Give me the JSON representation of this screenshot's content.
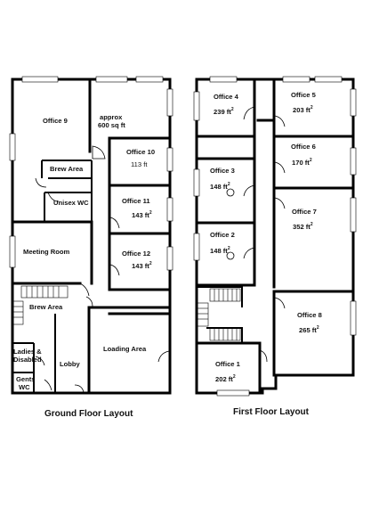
{
  "ground_floor": {
    "caption": "Ground Floor Layout",
    "rooms": {
      "office9": "Office 9",
      "approx": "approx",
      "approx_area": "600 sq ft",
      "office10": "Office 10",
      "office10_area": "113 ft",
      "brew_area_upper": "Brew Area",
      "unisex_wc": "Unisex WC",
      "office11": "Office 11",
      "office11_area": "143 ft",
      "meeting_room": "Meeting Room",
      "office12": "Office 12",
      "office12_area": "143 ft",
      "brew_area_lower": "Brew Area",
      "loading_area": "Loading Area",
      "ladies_disabled_1": "Ladies &",
      "ladies_disabled_2": "Disabled",
      "lobby": "Lobby",
      "gents_1": "Gents",
      "gents_2": "WC"
    }
  },
  "first_floor": {
    "caption": "First Floor Layout",
    "rooms": {
      "office4": "Office 4",
      "office4_area": "239 ft",
      "office5": "Office 5",
      "office5_area": "203 ft",
      "office6": "Office 6",
      "office6_area": "170 ft",
      "office3": "Office 3",
      "office3_area": "148 ft",
      "office7": "Office 7",
      "office7_area": "352 ft",
      "office2": "Office 2",
      "office2_area": "148 ft",
      "office8": "Office 8",
      "office8_area": "265 ft",
      "office1": "Office 1",
      "office1_area": "202 ft"
    }
  },
  "superscript": "2"
}
